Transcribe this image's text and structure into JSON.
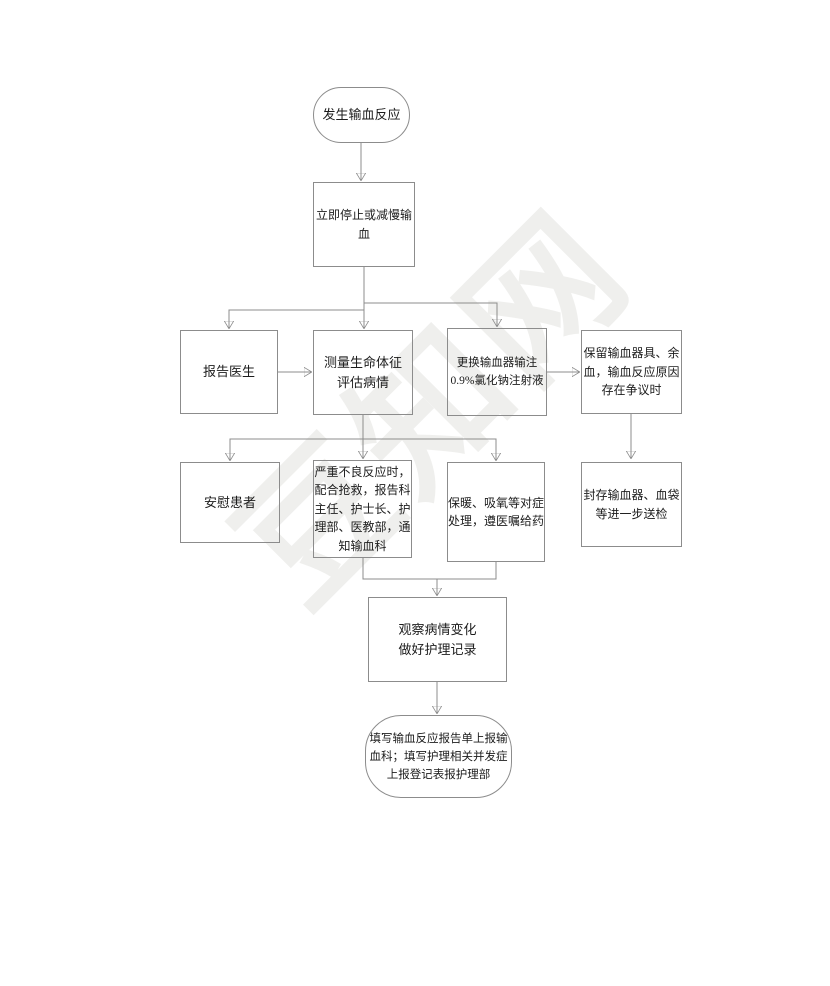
{
  "document": {
    "type": "flowchart",
    "language": "zh-CN",
    "background_color": "#ffffff"
  },
  "watermark": {
    "text": "豆知网",
    "color": "rgba(168,165,155,0.18)"
  },
  "style": {
    "box_border_color": "#8c8c8c",
    "line_color": "#8c8c8c",
    "arrowhead_color": "#000000",
    "text_color": "#1c1c1c"
  },
  "flowchart": {
    "nodes": {
      "start": {
        "shape": "stadium",
        "label": "发生输血反应"
      },
      "stop_transfusion": {
        "shape": "rect",
        "label": "立即停止或减慢输\n血"
      },
      "report_doctor": {
        "shape": "rect",
        "label": "报告医生"
      },
      "measure_vitals": {
        "shape": "rect",
        "label": "测量生命体征\n评估病情"
      },
      "replace_device": {
        "shape": "rect",
        "label": "更换输血器输注\n0.9%氯化钠注射液"
      },
      "retain_equipment": {
        "shape": "rect",
        "label": "保留输血器具、余\n血，输血反应原因\n存在争议时"
      },
      "comfort_patient": {
        "shape": "rect",
        "label": "安慰患者"
      },
      "severe_reaction": {
        "shape": "rect",
        "label": "严重不良反应时，\n配合抢救，报告科\n主任、护士长、护\n理部、医教部，通\n知输血科"
      },
      "symptomatic_care": {
        "shape": "rect",
        "label": "保暖、吸氧等对症\n处理，遵医嘱给药"
      },
      "seal_equipment": {
        "shape": "rect",
        "label": "封存输血器、血袋\n等进一步送检"
      },
      "observe_record": {
        "shape": "rect",
        "label": "观察病情变化\n做好护理记录"
      },
      "end": {
        "shape": "stadium",
        "label": "填写输血反应报告单上报输\n血科；填写护理相关并发症\n上报登记表报护理部"
      }
    },
    "edges": [
      "start -> stop_transfusion",
      "stop_transfusion -> report_doctor",
      "stop_transfusion -> measure_vitals",
      "stop_transfusion -> replace_device",
      "report_doctor -> measure_vitals",
      "replace_device -> retain_equipment",
      "measure_vitals -> comfort_patient",
      "measure_vitals -> severe_reaction",
      "measure_vitals -> symptomatic_care",
      "retain_equipment -> seal_equipment",
      "severe_reaction -> observe_record",
      "symptomatic_care -> observe_record",
      "observe_record -> end"
    ]
  }
}
